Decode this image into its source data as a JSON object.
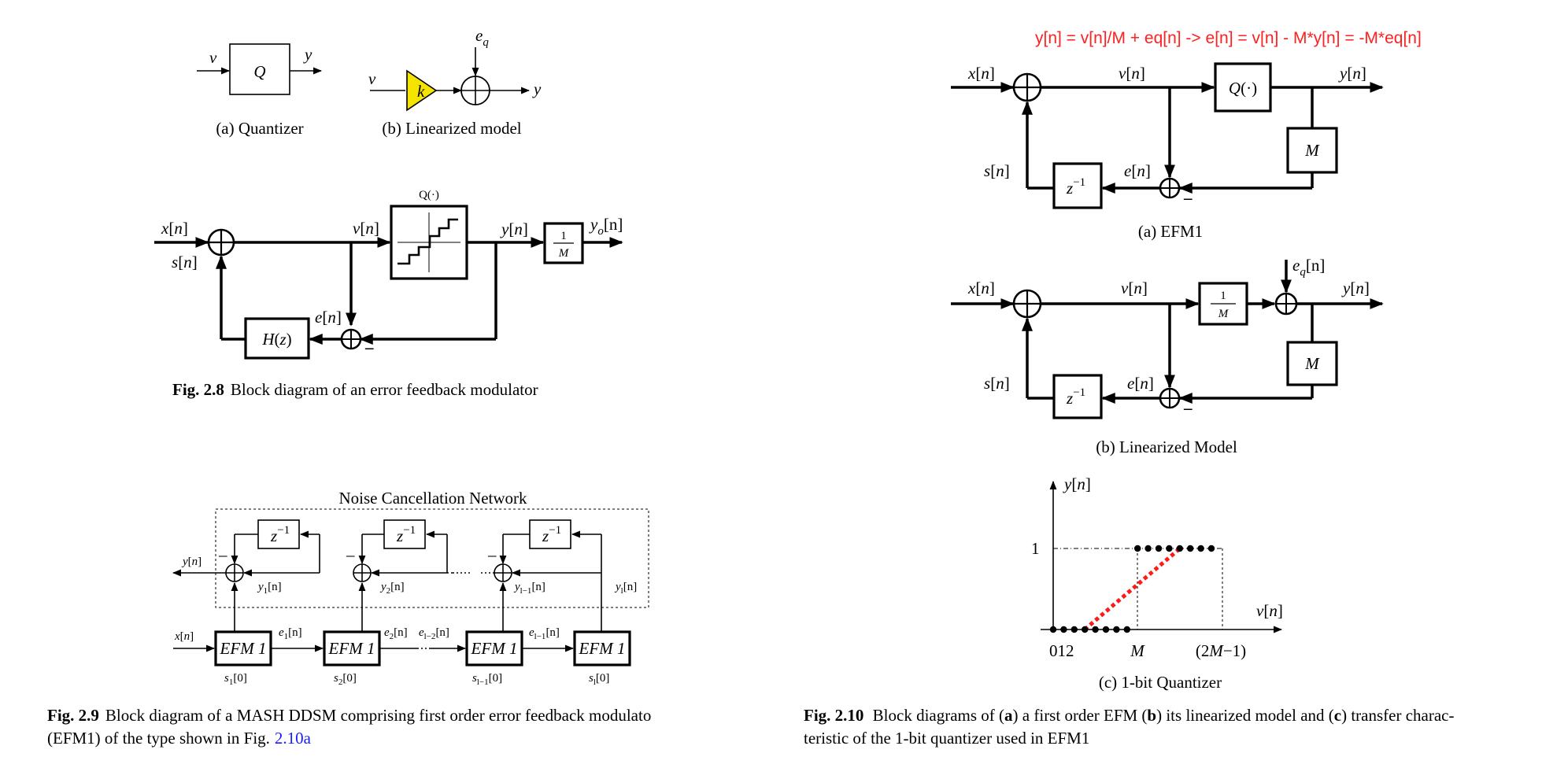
{
  "fig_a": {
    "caption": "(a)  Quantizer",
    "block": "Q",
    "in": "v",
    "out": "y"
  },
  "fig_b": {
    "caption": "(b)  Linearized model",
    "gain": "k",
    "in": "v",
    "out": "y",
    "noise": "e",
    "noise_sub": "q"
  },
  "fig28": {
    "caption_num": "Fig. 2.8",
    "caption_text": "Block diagram of an error feedback modulator",
    "x": "x[n]",
    "s": "s[n]",
    "v": "v[n]",
    "q_label": "Q(·)",
    "y": "y[n]",
    "frac_num": "1",
    "frac_den": "M",
    "yo": "y",
    "yo_sub": "o",
    "yo_idx": "[n]",
    "e": "e[n]",
    "h": "H(z)",
    "minus": "–"
  },
  "fig29": {
    "ncn_title": "Noise Cancellation Network",
    "caption_num": "Fig. 2.9",
    "caption_line1": "Block diagram of a MASH DDSM comprising first order error feedback modulato",
    "caption_line2_pre": "(EFM1) of the type shown in Fig.",
    "caption_ref": "2.10a",
    "y_out": "y[n]",
    "x_in": "x[n]",
    "zinv": "z",
    "zinv_exp": "−1",
    "minus": "–",
    "efm": "EFM 1",
    "y1": "y",
    "y1_sub": "1",
    "y2": "y",
    "y2_sub": "2",
    "yl1": "y",
    "yl1_sub": "l−1",
    "yl": "y",
    "yl_sub": "l",
    "idx": "[n]",
    "e1": "e",
    "e1_sub": "1",
    "e2": "e",
    "e2_sub": "2",
    "el2": "e",
    "el2_sub": "l−2",
    "el1": "e",
    "el1_sub": "l−1",
    "s1": "s",
    "s1_sub": "1",
    "s2": "s",
    "s2_sub": "2",
    "sl1": "s",
    "sl1_sub": "l−1",
    "sl": "s",
    "sl_sub": "l",
    "s_idx": "[0]"
  },
  "fig210": {
    "equation": "y[n] = v[n]/M + eq[n] -> e[n] = v[n] - M*y[n] = -M*eq[n]",
    "a": {
      "caption": "(a) EFM1",
      "x": "x[n]",
      "v": "v[n]",
      "q": "Q(·)",
      "y": "y[n]",
      "m": "M",
      "s": "s[n]",
      "e": "e[n]",
      "zinv": "z",
      "zinv_exp": "−1",
      "minus": "–"
    },
    "b": {
      "caption": "(b) Linearized Model",
      "x": "x[n]",
      "v": "v[n]",
      "frac_num": "1",
      "frac_den": "M",
      "eq": "e",
      "eq_sub": "q",
      "eq_idx": "[n]",
      "y": "y[n]",
      "m": "M",
      "s": "s[n]",
      "e": "e[n]",
      "zinv": "z",
      "zinv_exp": "−1",
      "minus": "–"
    },
    "c": {
      "caption": "(c) 1-bit Quantizer",
      "yaxis": "y[n]",
      "xaxis": "v[n]",
      "one": "1",
      "t012": "012",
      "tM": "M",
      "t2M": "(2M−1)"
    },
    "caption_num": "Fig. 2.10",
    "caption_line1_parts": [
      "Block diagrams of (",
      "a",
      ") a first order EFM (",
      "b",
      ") its linearized model and (",
      "c",
      ") transfer charac-"
    ],
    "caption_line2": "teristic of the 1-bit quantizer used in EFM1"
  }
}
